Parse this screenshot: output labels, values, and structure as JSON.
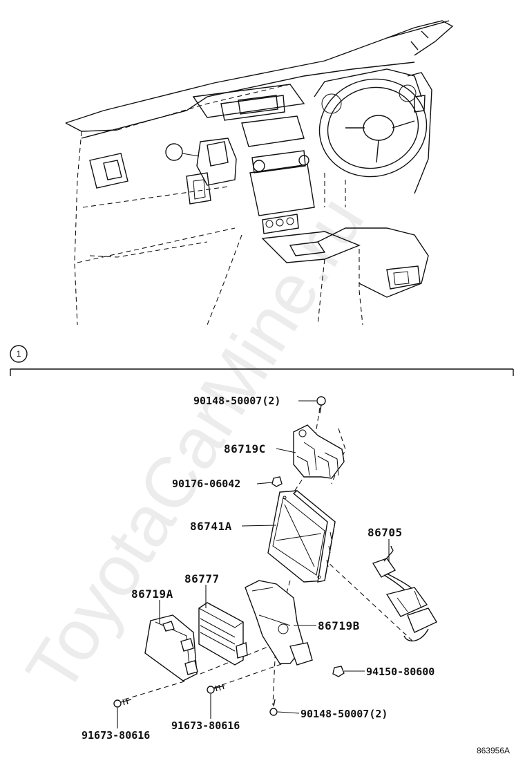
{
  "watermark": "ToyotaCarMine.ru",
  "reference_code": "863956A",
  "callout": {
    "number": "1"
  },
  "parts": {
    "p_top_bolt": "90148-50007(2)",
    "p_bracket_c": "86719C",
    "p_nut_small": "90176-06042",
    "p_main_unit": "86741A",
    "p_harness": "86705",
    "p_box_86777": "86777",
    "p_bracket_a": "86719A",
    "p_bracket_b": "86719B",
    "p_nut_right": "94150-80600",
    "p_bottom_bolt": "90148-50007(2)",
    "p_screw_mid": "91673-80616",
    "p_screw_left": "91673-80616"
  },
  "colors": {
    "ink": "#111111",
    "background": "#ffffff"
  }
}
